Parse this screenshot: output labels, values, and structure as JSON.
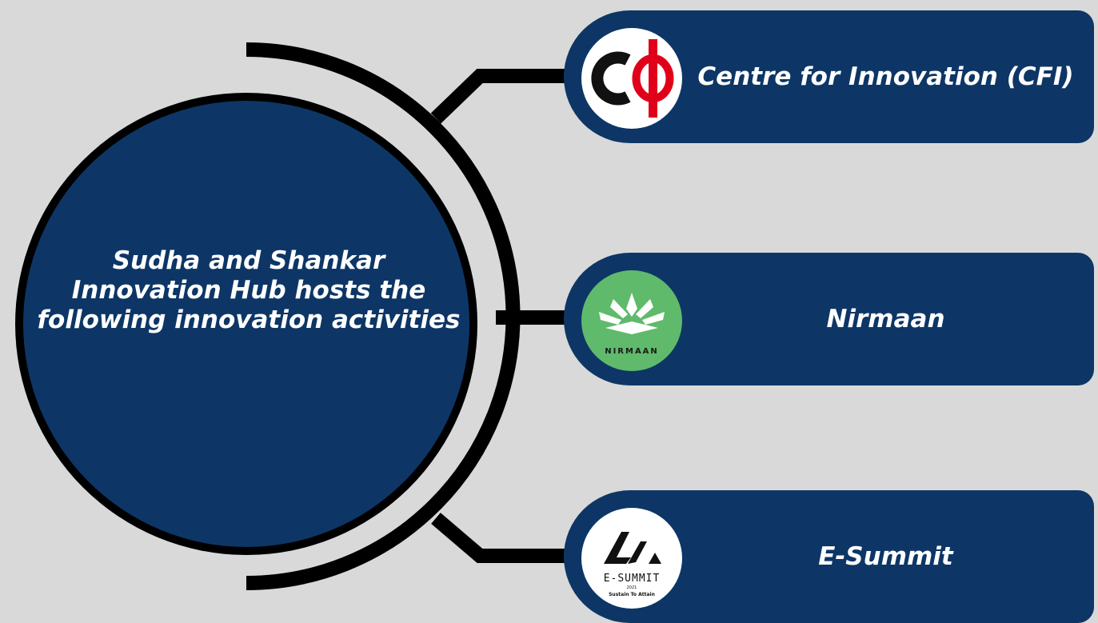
{
  "hub": {
    "text": "Sudha and Shankar Innovation Hub hosts the following innovation activities"
  },
  "activities": [
    {
      "label": "Centre for Innovation (CFI)",
      "logo": "cfi-logo"
    },
    {
      "label": "Nirmaan",
      "logo": "nirmaan-logo",
      "logo_text": "NIRMAAN"
    },
    {
      "label": "E-Summit",
      "logo": "esummit-logo",
      "logo_text": "E-SUMMIT",
      "logo_year": "2021",
      "logo_tagline": "Sustain To Attain"
    }
  ],
  "colors": {
    "background": "#d9d9d9",
    "hub_fill": "#0d3666",
    "card_fill": "#0d3666",
    "connector": "#000000",
    "cfi_red": "#e0001a",
    "nirmaan_green": "#5fba6b"
  }
}
